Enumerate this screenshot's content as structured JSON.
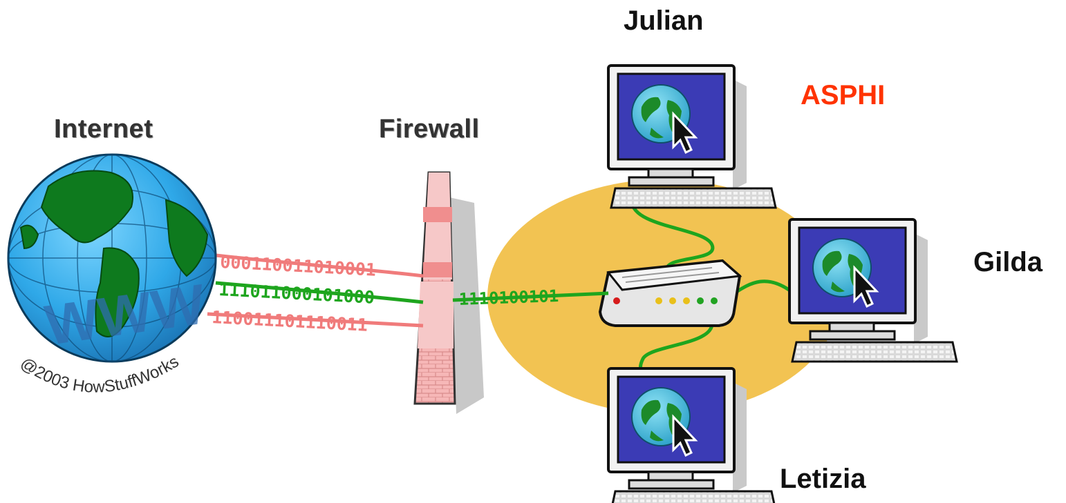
{
  "labels": {
    "internet": "Internet",
    "firewall": "Firewall",
    "asphi": "ASPHI",
    "users": {
      "top": "Julian",
      "right": "Gilda",
      "bottom": "Letizia"
    }
  },
  "globe": {
    "text": "WWW",
    "copyright": "@2003 HowStuffWorks"
  },
  "bitstreams": {
    "blocked_top": "000110011010001",
    "allowed_in": "111011000101000",
    "blocked_bottom": "110011101110011",
    "allowed_out": "1110100101"
  },
  "colors": {
    "asphi": "#ff3300",
    "lan_area": "#f2c352",
    "allowed_bits": "#1ea51e",
    "blocked_bits": "#f07b7b",
    "firewall": "#f6c8c8",
    "screen": "#3b3bb5",
    "ocean": "#2fa8e8",
    "land": "#0e7a1e"
  },
  "icons": [
    "globe-icon",
    "firewall-icon",
    "router-icon",
    "computer-icon",
    "pointer-cursor-icon",
    "keyboard-icon"
  ]
}
